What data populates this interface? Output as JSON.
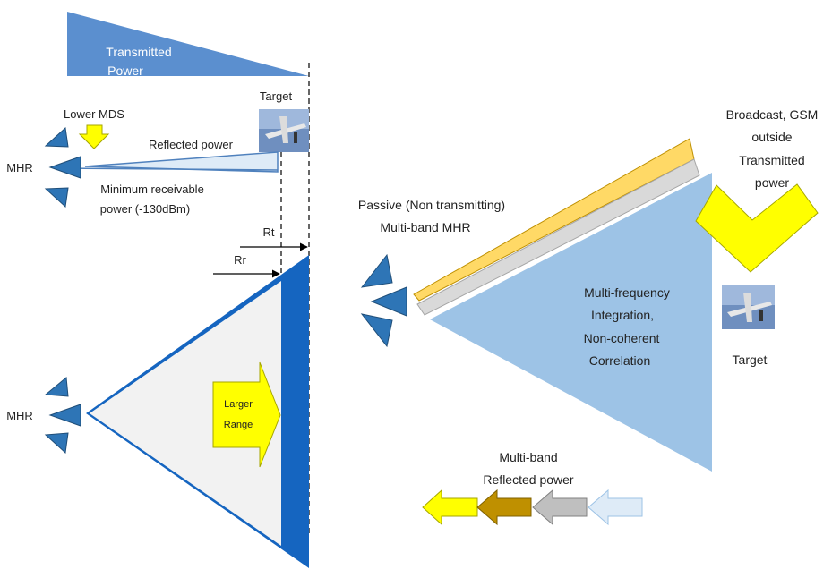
{
  "colors": {
    "blue_dark": "#1565c0",
    "blue_mid": "#4f81bd",
    "blue_light": "#9dc3e6",
    "blue_pale": "#deebf7",
    "grey_light": "#f2f2f2",
    "grey": "#bfbfbf",
    "yellow": "#ffff00",
    "orange_light": "#ffd966",
    "brown": "#bf9000"
  },
  "top": {
    "transmitted_power_lines": [
      "Transmitted",
      "Power"
    ],
    "target_label": "Target",
    "lower_mds_label": "Lower MDS",
    "reflected_power_label": "Reflected power",
    "mhr_label": "MHR",
    "min_receivable_lines": [
      "Minimum receivable",
      "power (-130dBm)"
    ]
  },
  "left": {
    "rt_label": "Rt",
    "rr_label": "Rr",
    "mhr_label": "MHR",
    "larger_range_lines": [
      "Larger",
      "Range"
    ]
  },
  "right": {
    "passive_lines": [
      "Passive (Non transmitting)",
      "Multi-band  MHR"
    ],
    "broadcast_lines": [
      "Broadcast, GSM",
      "outside",
      "Transmitted",
      "power"
    ],
    "integration_lines": [
      "Multi-frequency",
      "Integration,",
      "Non-coherent",
      "Correlation"
    ],
    "target_label": "Target",
    "multiband_lines": [
      "Multi-band",
      "Reflected power"
    ]
  }
}
